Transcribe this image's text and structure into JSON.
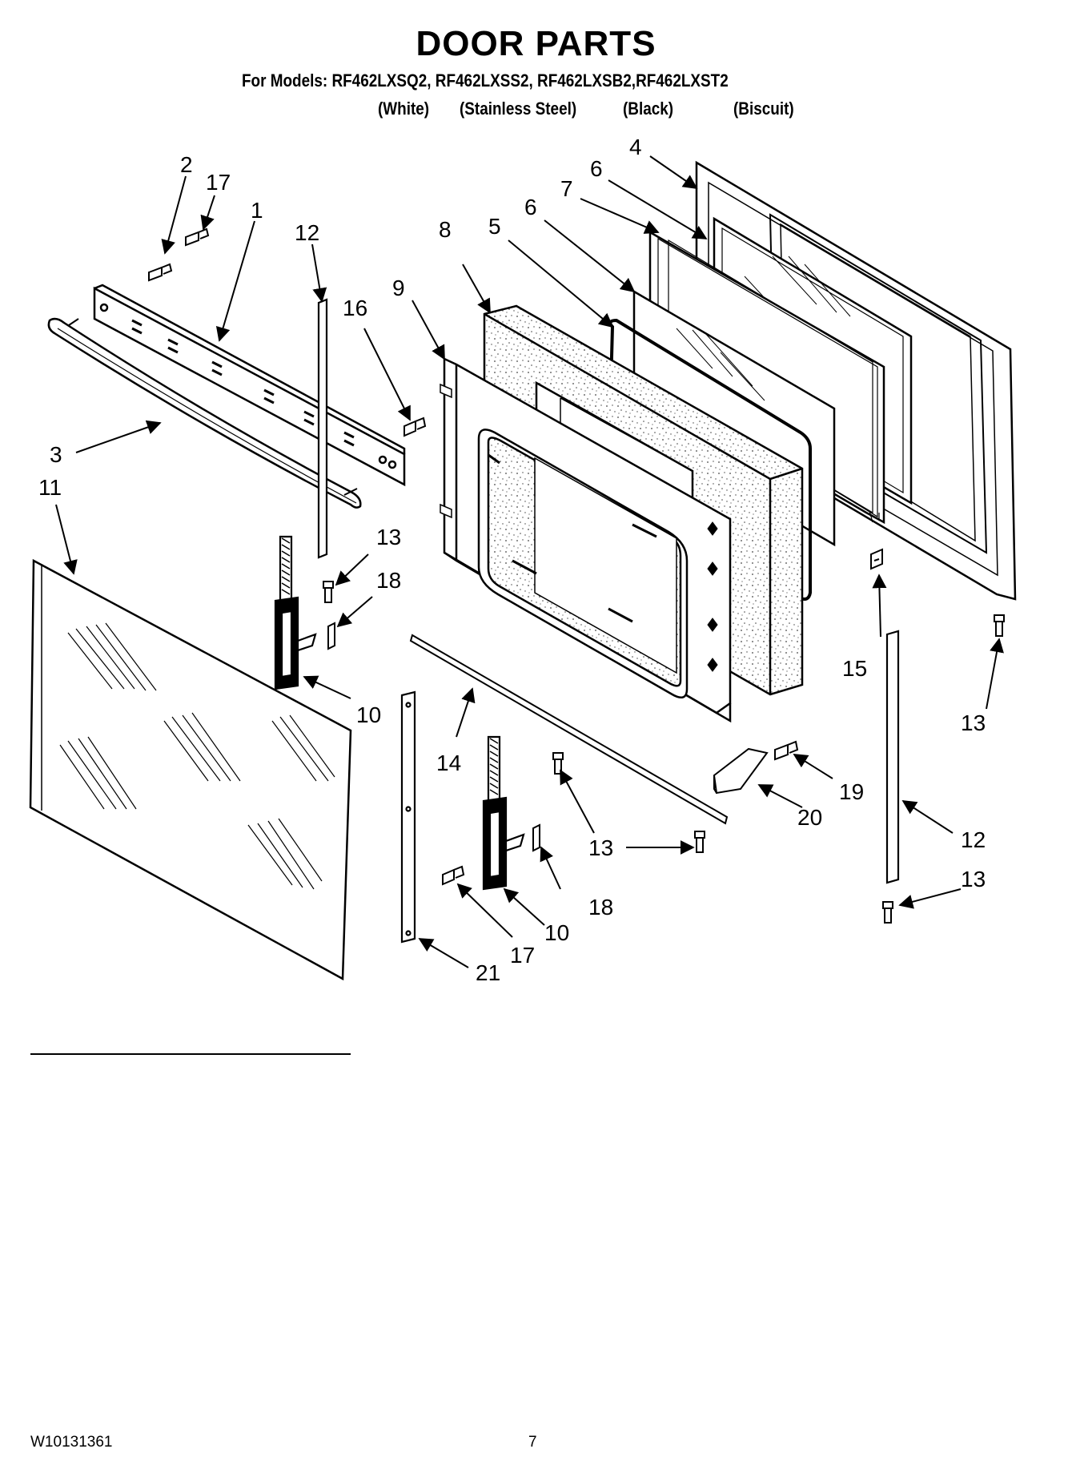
{
  "header": {
    "title": "DOOR PARTS",
    "models_line": "For Models: RF462LXSQ2, RF462LXSS2, RF462LXSB2,RF462LXST2",
    "variants": [
      "(White)",
      "(Stainless Steel)",
      "(Black)",
      "(Biscuit)"
    ]
  },
  "callouts": {
    "c1": "1",
    "c2": "2",
    "c3": "3",
    "c4": "4",
    "c5": "5",
    "c6a": "6",
    "c6b": "6",
    "c7": "7",
    "c8": "8",
    "c9": "9",
    "c10a": "10",
    "c10b": "10",
    "c11": "11",
    "c12a": "12",
    "c12b": "12",
    "c13a": "13",
    "c13b": "13",
    "c13c": "13",
    "c13d": "13",
    "c14": "14",
    "c15": "15",
    "c16": "16",
    "c17a": "17",
    "c17b": "17",
    "c18a": "18",
    "c18b": "18",
    "c19": "19",
    "c20": "20",
    "c21": "21"
  },
  "footer": {
    "doc_number": "W10131361",
    "page_number": "7"
  }
}
